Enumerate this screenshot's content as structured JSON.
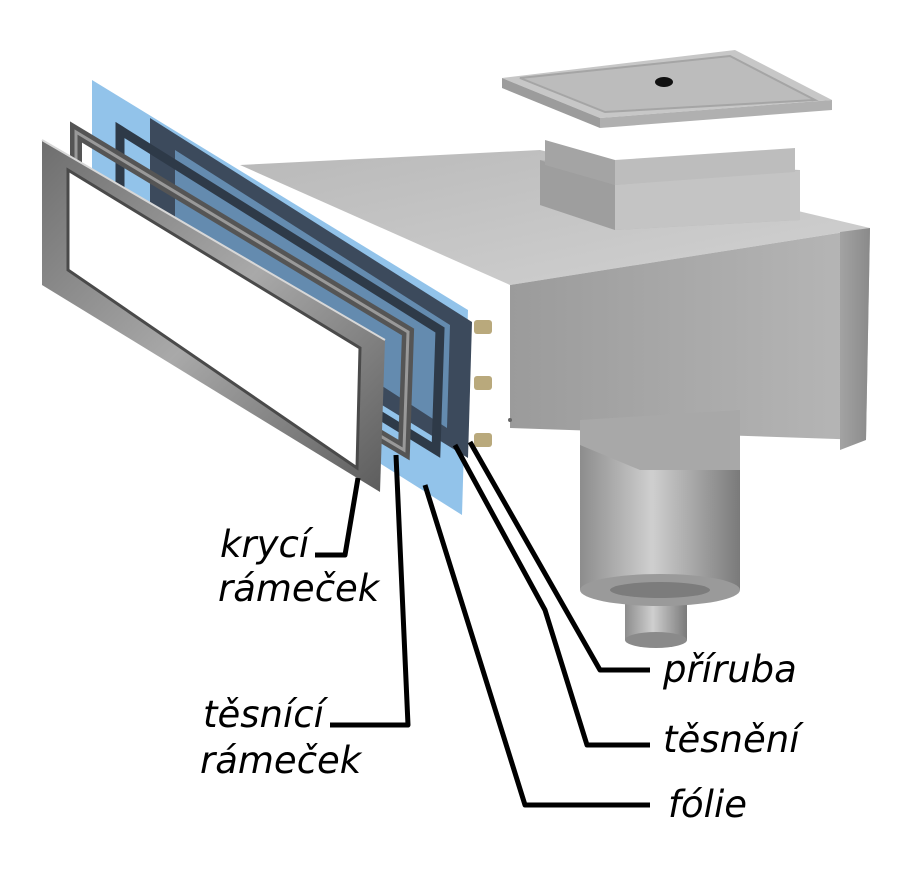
{
  "labels": {
    "kryci_1": "krycí",
    "kryci_2": "rámeček",
    "tesnici_1": "těsnící",
    "tesnici_2": "rámeček",
    "priruba": "příruba",
    "tesneni": "těsnění",
    "folie": "fólie"
  },
  "colors": {
    "steel_light": "#c9c9c9",
    "steel_mid": "#a6a6a6",
    "steel_dark": "#7d7d7d",
    "foil": "#7fb8e6",
    "leader": "#000000"
  }
}
